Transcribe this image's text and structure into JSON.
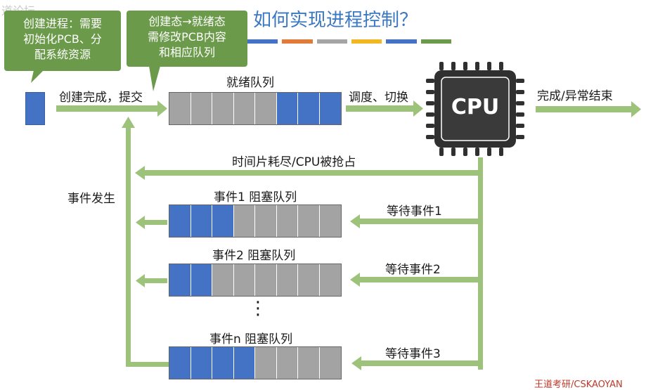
{
  "title": "如何实现进程控制？",
  "watermark_top_left": "道论坛",
  "watermark_bottom_right": "王道考研/CSKAOYAN",
  "callouts": [
    "创建进程：需要初始化PCB、分配系统资源",
    "创建态→就绪态需修改PCB内容和相应队列"
  ],
  "callout_lines": [
    [
      "创建进程：需要",
      "初始化PCB、分",
      "配系统资源"
    ],
    [
      "创建态→就绪态",
      "需修改PCB内容",
      "和相应队列"
    ]
  ],
  "labels": {
    "create_done": "创建完成，提交",
    "ready_queue": "就绪队列",
    "schedule": "调度、切换",
    "cpu": "CPU",
    "finish": "完成/异常结束",
    "timeslice": "时间片耗尽/CPU被抢占",
    "event_occur": "事件发生",
    "queue1": "事件1 阻塞队列",
    "queue2": "事件2 阻塞队列",
    "queuen": "事件n 阻塞队列",
    "wait1": "等待事件1",
    "wait2": "等待事件2",
    "wait3": "等待事件3",
    "dots": "⋮"
  },
  "queues": {
    "ready": [
      "gray",
      "gray",
      "gray",
      "gray",
      "gray",
      "blue",
      "blue",
      "blue"
    ],
    "q1": [
      "blue",
      "blue",
      "blue",
      "gray",
      "gray",
      "gray",
      "gray",
      "gray"
    ],
    "q2": [
      "blue",
      "blue",
      "gray",
      "gray",
      "gray",
      "gray",
      "gray",
      "gray"
    ],
    "qn": [
      "blue",
      "blue",
      "blue",
      "blue",
      "gray",
      "gray",
      "gray",
      "gray"
    ]
  },
  "title_bar_colors": [
    "#4472c4",
    "#e07b39",
    "#a5a5a5",
    "#f2b824",
    "#4472c4",
    "#6b9a4a"
  ],
  "colors": {
    "arrow": "#9dc27a",
    "blue": "#4472c4",
    "gray": "#a3a3a3",
    "callout": "#6b9a4a",
    "title": "#3a78c2"
  }
}
